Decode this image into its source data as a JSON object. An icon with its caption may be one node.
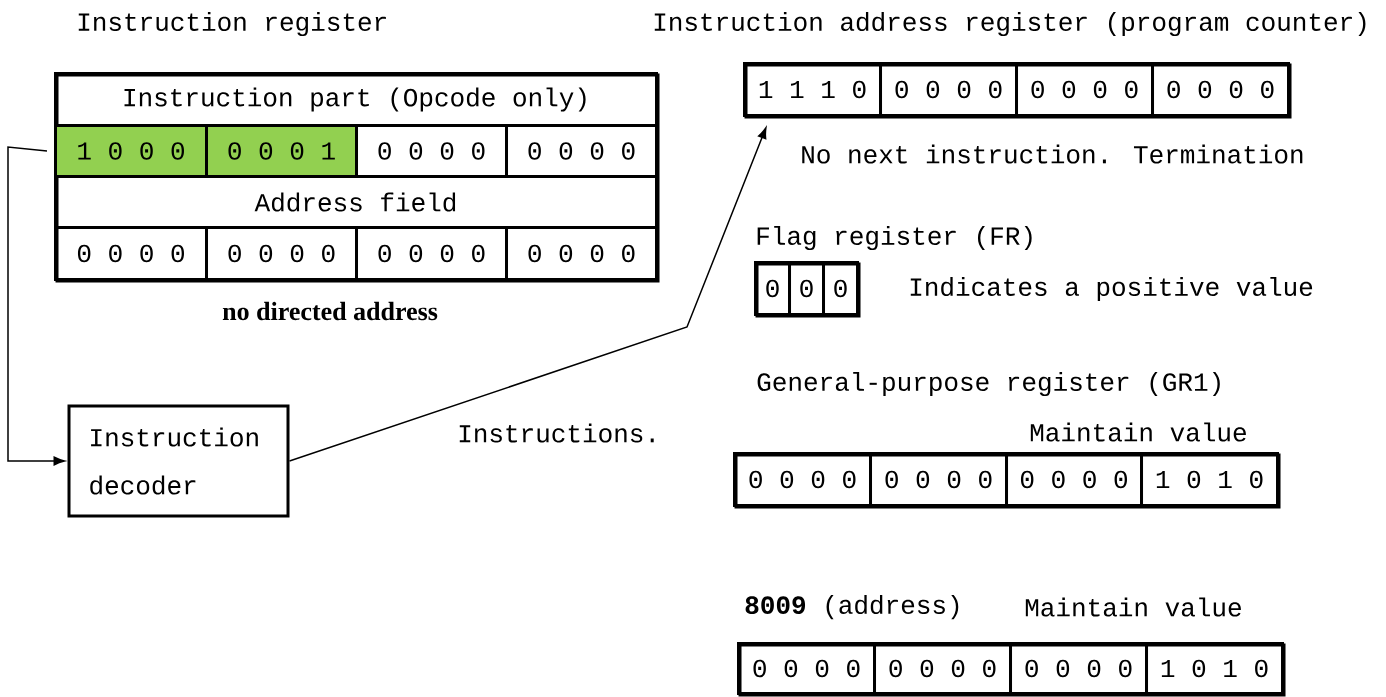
{
  "diagram": {
    "nodes": [
      {
        "text": [
          "Instruction register"
        ],
        "beside": [
          "no directed address"
        ]
      },
      {
        "text": [
          "Instruction part (Opcode only)"
        ],
        "in": 0
      },
      {
        "text": [
          "1 0 0 0"
        ],
        "in": 0
      },
      {
        "text": [
          "0 0 0 1"
        ],
        "in": 0
      },
      {
        "text": [
          "0 0 0 0"
        ],
        "in": 0
      },
      {
        "text": [
          "0 0 0 0"
        ],
        "in": 0
      },
      {
        "text": [
          "Address field"
        ],
        "in": 0
      },
      {
        "text": [
          "0 0 0 0"
        ],
        "in": 0
      },
      {
        "text": [
          "0 0 0 0"
        ],
        "in": 0
      },
      {
        "text": [
          "0 0 0 0"
        ],
        "in": 0
      },
      {
        "text": [
          "0 0 0 0"
        ],
        "in": 0
      },
      {
        "text": [
          "Instruction decoder"
        ]
      },
      {
        "text": [
          "Instruction address register (program counter)"
        ],
        "beside": [
          "No next instruction. Termination"
        ]
      },
      {
        "text": [
          "1 1 1 0"
        ],
        "in": 12
      },
      {
        "text": [
          "0 0 0 0"
        ],
        "in": 12
      },
      {
        "text": [
          "0 0 0 0"
        ],
        "in": 12
      },
      {
        "text": [
          "0 0 0 0"
        ],
        "in": 12
      },
      {
        "text": [
          "Flag register (FR)"
        ],
        "beside": [
          "Indicates a positive value"
        ]
      },
      {
        "text": [
          "0"
        ],
        "in": 17
      },
      {
        "text": [
          "0"
        ],
        "in": 17
      },
      {
        "text": [
          "0"
        ],
        "in": 17
      },
      {
        "text": [
          "General-purpose register (GR1)"
        ],
        "beside": [
          "Maintain value"
        ]
      },
      {
        "text": [
          "0 0 0 0"
        ],
        "in": 21
      },
      {
        "text": [
          "0 0 0 0"
        ],
        "in": 21
      },
      {
        "text": [
          "0 0 0 0"
        ],
        "in": 21
      },
      {
        "text": [
          "1 0 1 0"
        ],
        "in": 21
      },
      {
        "text": [
          "**8009** (address)"
        ],
        "beside": [
          "Maintain value"
        ]
      },
      {
        "text": [
          "0 0 0 0"
        ],
        "in": 26
      },
      {
        "text": [
          "0 0 0 0"
        ],
        "in": 26
      },
      {
        "text": [
          "0 0 0 0"
        ],
        "in": 26
      },
      {
        "text": [
          "1 0 1 0"
        ],
        "in": 26
      }
    ],
    "edges": [
      {
        "from": 2,
        "to": 11,
        "arrow": "to"
      },
      {
        "from": 11,
        "to": 13,
        "arrow": "to",
        "label": "Instructions."
      }
    ]
  }
}
